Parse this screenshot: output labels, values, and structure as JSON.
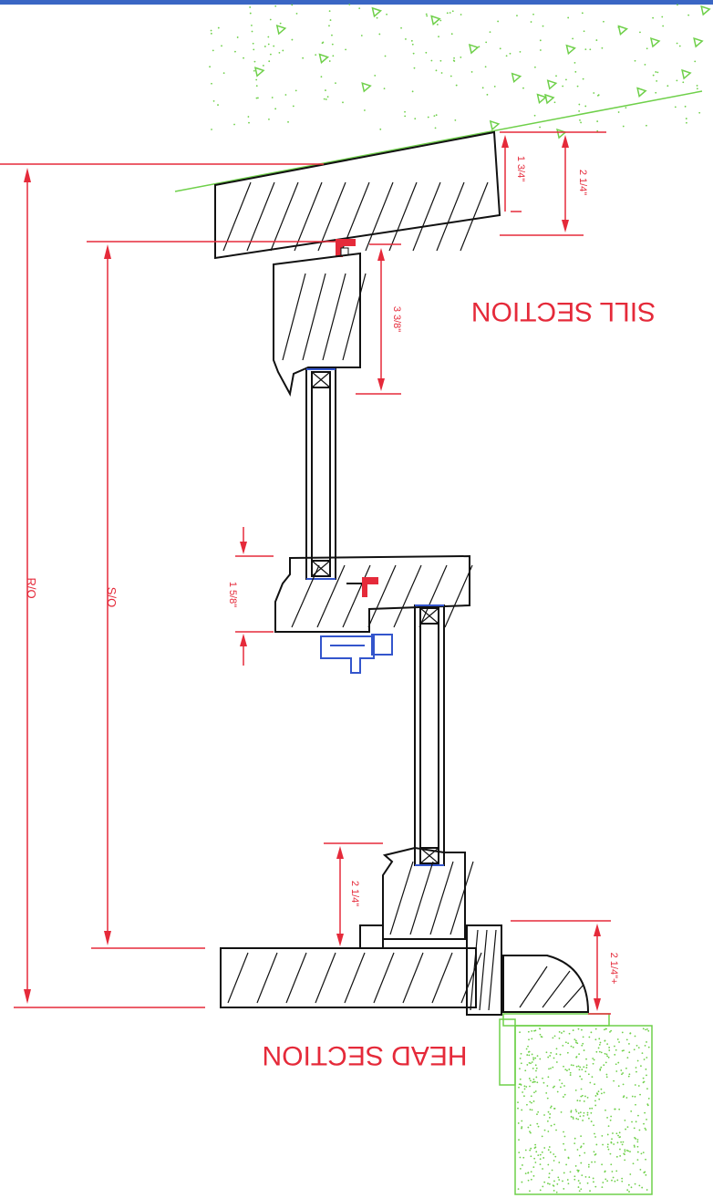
{
  "labels": {
    "sill_section": "SILL SECTION",
    "head_section": "HEAD SECTION",
    "dim_ro": "R/O",
    "dim_so": "S/O",
    "dim_sill_top": "1 3/4\"",
    "dim_sill_outer": "2 1/4\"",
    "dim_sill_rail": "3 3/8\"",
    "dim_meeting_rail": "1 5/8\"",
    "dim_head_jamb": "2 1/4\"",
    "dim_head_trim": "2 1/4\"+"
  },
  "colors": {
    "dimension": "#e52a3a",
    "linework": "#111111",
    "masonry": "#6fd04a",
    "hardware": "#3355cc",
    "accent_bar": "#3a66c4"
  },
  "icons": [
    "glass-pane-x-marker",
    "sash-lock-hardware",
    "weatherstrip-clip"
  ]
}
